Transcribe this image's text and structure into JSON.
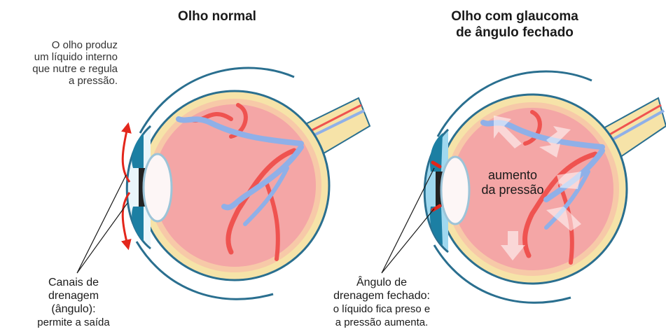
{
  "left": {
    "title": "Olho normal",
    "intro": [
      "O olho produz",
      "um líquido interno",
      "que nutre e regula",
      "a pressão."
    ],
    "callout_bold": [
      "Canais de",
      "drenagem",
      "(ângulo):"
    ],
    "callout_sub": "permite a saída"
  },
  "right": {
    "title_lines": [
      "Olho com glaucoma",
      "de ângulo fechado"
    ],
    "pressure_lines": [
      "aumento",
      "da pressão"
    ],
    "callout_bold": [
      "Ângulo de",
      "drenagem fechado:"
    ],
    "callout_sub": [
      "o líquido fica preso e",
      "a pressão aumenta."
    ]
  },
  "colors": {
    "sclera": "#f6e3a8",
    "retina": "#f4a6a6",
    "eye_outline": "#2a6f8f",
    "vessel_red": "#ef5350",
    "vessel_blue": "#8fb0e8",
    "iris": "#1c7fa3",
    "arrow_red": "#e3261b"
  }
}
